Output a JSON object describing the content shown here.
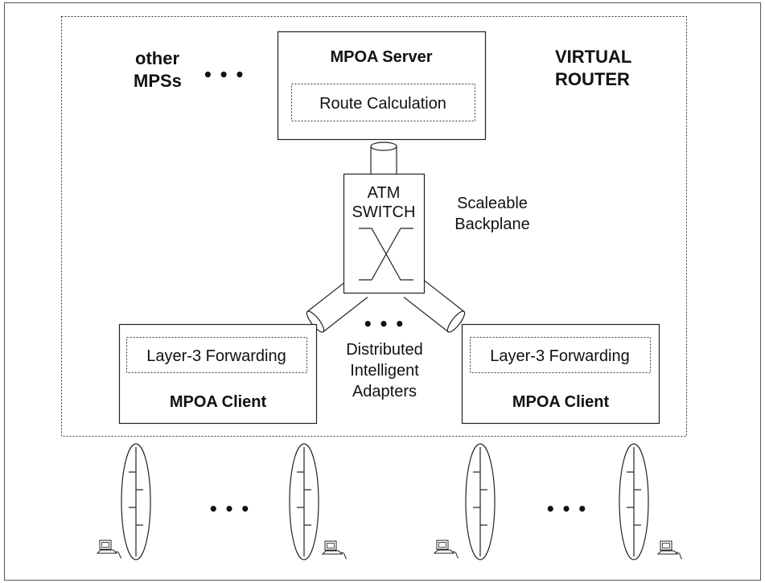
{
  "labels": {
    "virtual_router_line1": "VIRTUAL",
    "virtual_router_line2": "ROUTER",
    "other_mpss_line1": "other",
    "other_mpss_line2": "MPSs",
    "ellipsis": "• • •",
    "mpoa_server": "MPOA Server",
    "route_calculation": "Route Calculation",
    "atm_line1": "ATM",
    "atm_line2": "SWITCH",
    "scaleable_line1": "Scaleable",
    "scaleable_line2": "Backplane",
    "distributed_line1": "Distributed",
    "distributed_line2": "Intelligent",
    "distributed_line3": "Adapters",
    "layer3_left": "Layer-3 Forwarding",
    "layer3_right": "Layer-3 Forwarding",
    "mpoa_client_left": "MPOA Client",
    "mpoa_client_right": "MPOA Client"
  },
  "icons": {
    "pipe": "cylinder-connector-icon",
    "switch": "crossbar-switch-icon",
    "lan": "lan-segment-icon",
    "host": "computer-icon"
  },
  "colors": {
    "stroke": "#222222",
    "background": "#ffffff"
  }
}
